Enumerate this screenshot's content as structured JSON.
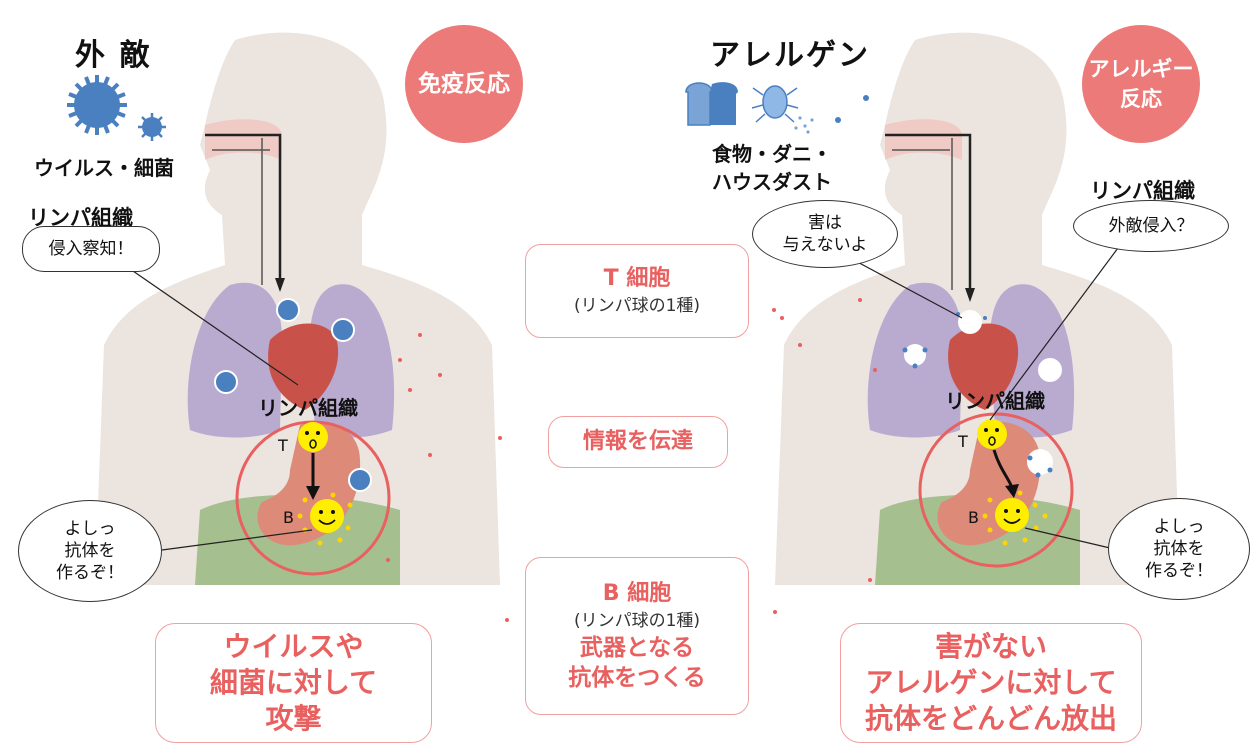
{
  "left": {
    "title": "外 敵",
    "enemy_label": "ウイルス・細菌",
    "lymph_label": "リンパ組織",
    "bubble_detect": [
      "侵入察知！"
    ],
    "reaction_badge": "免疫反応",
    "organ_label": "リンパ組織",
    "t_letter": "T",
    "b_letter": "B",
    "bubble_antibody": [
      "よしっ",
      "抗体を",
      "作るぞ！"
    ],
    "result_box": [
      "ウイルスや",
      "細菌に対して",
      "攻撃"
    ]
  },
  "center": {
    "t_cell_title": "T 細胞",
    "t_cell_sub": "(リンパ球の1種)",
    "info": "情報を伝達",
    "b_cell_title": "B 細胞",
    "b_cell_sub": "(リンパ球の1種)",
    "b_cell_desc": [
      "武器となる",
      "抗体をつくる"
    ]
  },
  "right": {
    "title": "アレルゲン",
    "allergen_label": [
      "食物・ダニ・",
      "ハウスダスト"
    ],
    "lymph_label": "リンパ組織",
    "bubble_harmless": [
      "害は",
      "与えないよ"
    ],
    "bubble_invade": [
      "外敵侵入？"
    ],
    "reaction_badge": [
      "アレルギー",
      "反応"
    ],
    "organ_label": "リンパ組織",
    "t_letter": "T",
    "b_letter": "B",
    "bubble_antibody": [
      "よしっ",
      "抗体を",
      "作るぞ！"
    ],
    "result_box": [
      "害がない",
      "アレルゲンに対して",
      "抗体をどんどん放出"
    ]
  },
  "colors": {
    "accent": "#e8605f",
    "badge": "#ec7a78",
    "body": "#ebe4df",
    "lung": "#b9aad0",
    "heart": "#c8524a",
    "stomach": "#dd8a78",
    "intestine": "#a6bf8e",
    "virus": "#4a7fc0",
    "cell": "#ffee00"
  }
}
